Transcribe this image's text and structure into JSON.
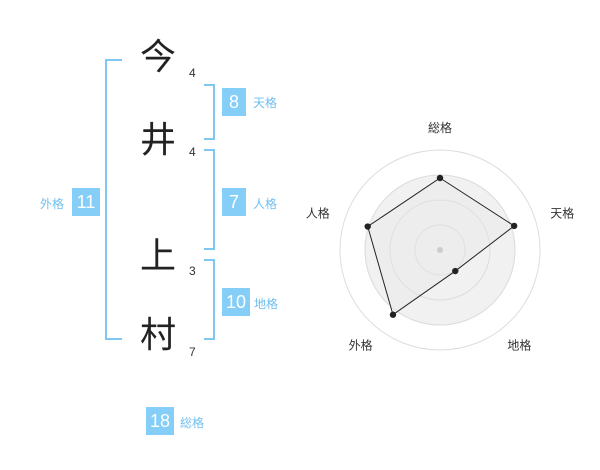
{
  "colors": {
    "accent": "#85cef8",
    "label": "#70bff0",
    "bracket": "#7fc6f2",
    "radar_ring": "#dddddd",
    "radar_fill": "#f1f1f1",
    "radar_line": "#222222"
  },
  "name": {
    "characters": [
      {
        "char": "今",
        "strokes": "4"
      },
      {
        "char": "井",
        "strokes": "4"
      },
      {
        "char": "上",
        "strokes": "3"
      },
      {
        "char": "村",
        "strokes": "7"
      }
    ]
  },
  "fortunes": {
    "tenkaku": {
      "value": "8",
      "label": "天格"
    },
    "jinkaku": {
      "value": "7",
      "label": "人格"
    },
    "chikaku": {
      "value": "10",
      "label": "地格"
    },
    "gaikaku": {
      "value": "11",
      "label": "外格"
    },
    "soukaku": {
      "value": "18",
      "label": "総格"
    }
  },
  "chart_data": {
    "type": "radar",
    "axes": [
      "総格",
      "天格",
      "地格",
      "外格",
      "人格"
    ],
    "values": [
      0.72,
      0.78,
      0.26,
      0.8,
      0.76
    ],
    "max": 1,
    "rings": 4
  }
}
